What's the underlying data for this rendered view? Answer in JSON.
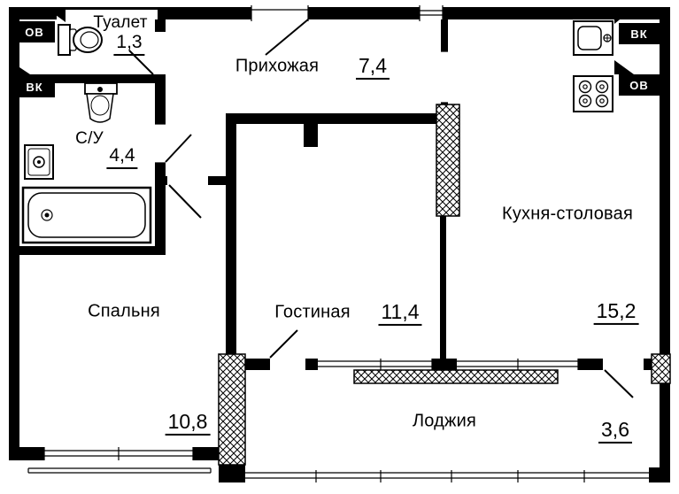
{
  "plan": {
    "title": "apartment-floor-plan",
    "rooms": [
      {
        "id": "toilet",
        "name": "Туалет",
        "area": "1,3"
      },
      {
        "id": "hallway",
        "name": "Прихожая",
        "area": "7,4"
      },
      {
        "id": "bathroom",
        "name": "С/У",
        "area": "4,4"
      },
      {
        "id": "kitchen",
        "name": "Кухня-столовая",
        "area": "15,2"
      },
      {
        "id": "bedroom",
        "name": "Спальня",
        "area": "10,8"
      },
      {
        "id": "living",
        "name": "Гостиная",
        "area": "11,4"
      },
      {
        "id": "loggia",
        "name": "Лоджия",
        "area": "3,6"
      }
    ],
    "shafts": [
      {
        "id": "ov-left",
        "label": "ОВ"
      },
      {
        "id": "vk-left",
        "label": "ВК"
      },
      {
        "id": "vk-right",
        "label": "ВК"
      },
      {
        "id": "ov-right",
        "label": "ОВ"
      }
    ],
    "colors": {
      "wall": "#000000",
      "background": "#ffffff"
    }
  }
}
